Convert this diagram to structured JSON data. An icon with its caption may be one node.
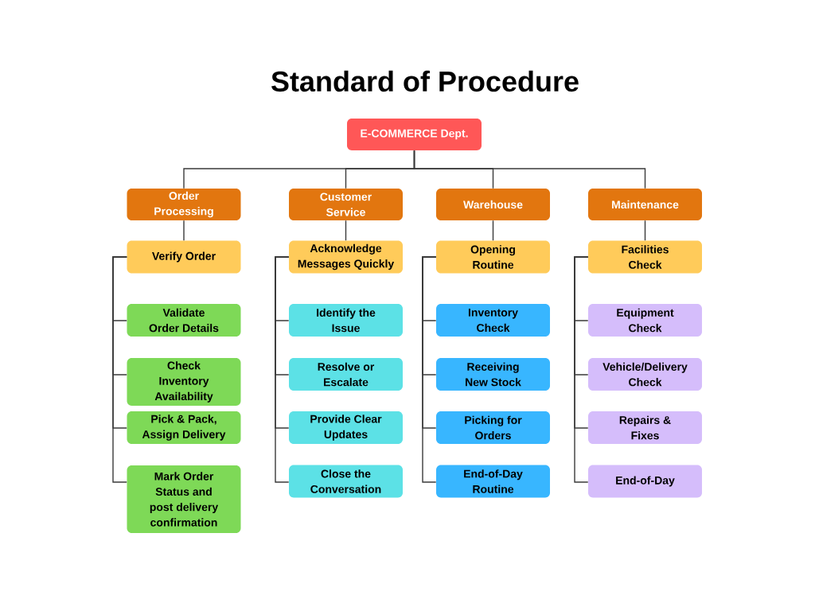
{
  "diagram": {
    "title": "Standard of Procedure",
    "nodes": [
      {
        "text": [
          "E-COMMERCE Dept."
        ]
      },
      {
        "text": [
          "Order Processing"
        ]
      },
      {
        "text": [
          "Customer Service"
        ]
      },
      {
        "text": [
          "Warehouse"
        ]
      },
      {
        "text": [
          "Maintenance"
        ]
      },
      {
        "text": [
          "Verify Order"
        ]
      },
      {
        "text": [
          "Validate Order Details"
        ]
      },
      {
        "text": [
          "Check Inventory Availability"
        ]
      },
      {
        "text": [
          "Pick & Pack, Assign Delivery"
        ]
      },
      {
        "text": [
          "Mark Order Status and post delivery confirmation"
        ]
      },
      {
        "text": [
          "Acknowledge Messages Quickly"
        ]
      },
      {
        "text": [
          "Identify the Issue"
        ]
      },
      {
        "text": [
          "Resolve or Escalate"
        ]
      },
      {
        "text": [
          "Provide Clear Updates"
        ]
      },
      {
        "text": [
          "Close the Conversation"
        ]
      },
      {
        "text": [
          "Opening Routine"
        ]
      },
      {
        "text": [
          "Inventory Check"
        ]
      },
      {
        "text": [
          "Receiving New Stock"
        ]
      },
      {
        "text": [
          "Picking for Orders"
        ]
      },
      {
        "text": [
          "End-of-Day Routine"
        ]
      },
      {
        "text": [
          "Facilities Check"
        ]
      },
      {
        "text": [
          "Equipment Check"
        ]
      },
      {
        "text": [
          "Vehicle/Delivery Check"
        ]
      },
      {
        "text": [
          "Repairs & Fixes"
        ]
      },
      {
        "text": [
          "End-of-Day"
        ]
      }
    ],
    "edges": [
      {
        "from": 0,
        "to": 1,
        "arrow": "none"
      },
      {
        "from": 0,
        "to": 2,
        "arrow": "none"
      },
      {
        "from": 0,
        "to": 3,
        "arrow": "none"
      },
      {
        "from": 0,
        "to": 4,
        "arrow": "none"
      },
      {
        "from": 1,
        "to": 5,
        "arrow": "none"
      },
      {
        "from": 5,
        "to": 6,
        "arrow": "none"
      },
      {
        "from": 5,
        "to": 7,
        "arrow": "none"
      },
      {
        "from": 5,
        "to": 8,
        "arrow": "none"
      },
      {
        "from": 5,
        "to": 9,
        "arrow": "none"
      },
      {
        "from": 2,
        "to": 10,
        "arrow": "none"
      },
      {
        "from": 10,
        "to": 11,
        "arrow": "none"
      },
      {
        "from": 10,
        "to": 12,
        "arrow": "none"
      },
      {
        "from": 10,
        "to": 13,
        "arrow": "none"
      },
      {
        "from": 10,
        "to": 14,
        "arrow": "none"
      },
      {
        "from": 3,
        "to": 15,
        "arrow": "none"
      },
      {
        "from": 15,
        "to": 16,
        "arrow": "none"
      },
      {
        "from": 15,
        "to": 17,
        "arrow": "none"
      },
      {
        "from": 15,
        "to": 18,
        "arrow": "none"
      },
      {
        "from": 15,
        "to": 19,
        "arrow": "none"
      },
      {
        "from": 4,
        "to": 20,
        "arrow": "none"
      },
      {
        "from": 20,
        "to": 21,
        "arrow": "none"
      },
      {
        "from": 20,
        "to": 22,
        "arrow": "none"
      },
      {
        "from": 20,
        "to": 23,
        "arrow": "none"
      },
      {
        "from": 20,
        "to": 24,
        "arrow": "none"
      }
    ]
  }
}
